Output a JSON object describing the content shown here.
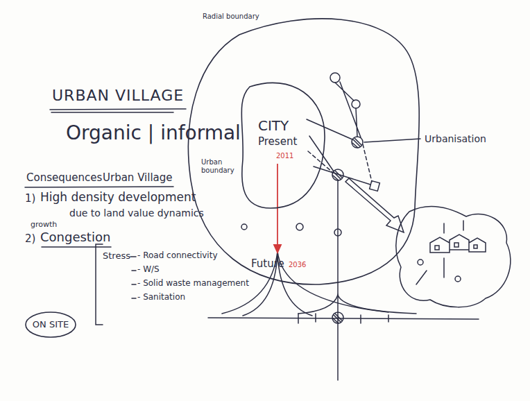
{
  "diagram": {
    "title": "URBAN VILLAGE",
    "nodes": [
      {
        "text": [
          "Radial boundary"
        ]
      },
      {
        "text": [
          "Urban boundary",
          "CITY",
          "Present",
          "2011"
        ],
        "in": 0
      },
      {
        "text": [
          "ON SITE"
        ]
      }
    ],
    "labels": [
      "Organic | informal",
      "Consequences",
      "Urban Village",
      "1)",
      "High density development",
      "due to land value dynamics",
      "growth",
      "2)",
      "Congestion",
      "Stress",
      "- Road connectivity",
      "- W/S",
      "- Solid waste management",
      "- Sanitation",
      "Urbanisation",
      "Future",
      "2036"
    ]
  }
}
